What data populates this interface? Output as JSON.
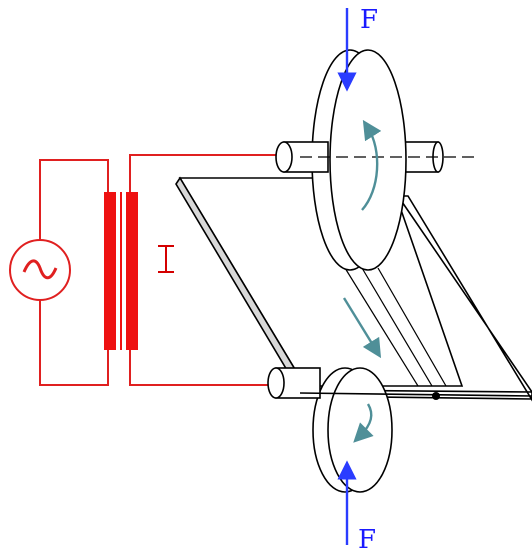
{
  "labels": {
    "force_top": "F",
    "force_bottom": "F",
    "current": "I",
    "ac_source": "~"
  },
  "colors": {
    "circuit": "#e02020",
    "force_arrow": "#2a3cff",
    "motion_arrow": "#4f8f98",
    "outline": "#000000"
  },
  "icons": {
    "ac_source": "ac-source-icon",
    "transformer": "transformer-icon",
    "force_arrow": "arrow-icon",
    "motion_arrow": "arrow-icon"
  }
}
